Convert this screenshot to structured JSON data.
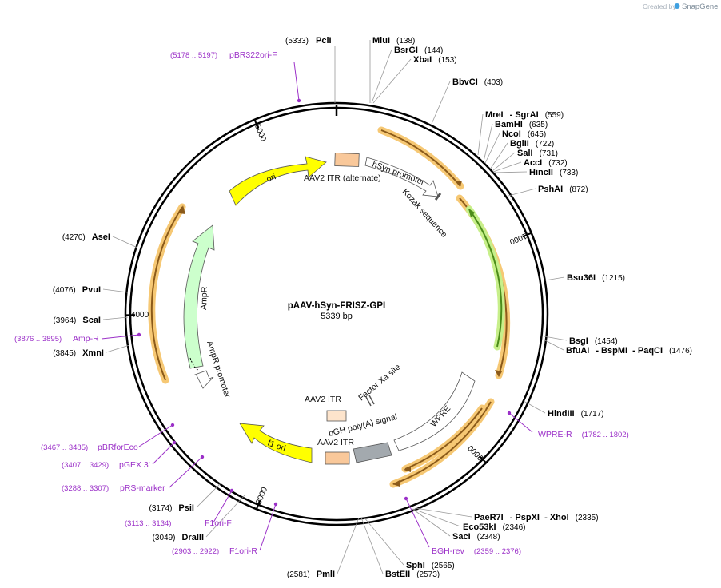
{
  "credit": {
    "prefix": "Created by",
    "brand": "SnapGene"
  },
  "plasmid": {
    "name": "pAAV-hSyn-FRISZ-GPI",
    "size_label": "5339 bp",
    "length": 5339
  },
  "ticks": [
    {
      "pos": 1000,
      "label": "1000"
    },
    {
      "pos": 2000,
      "label": "2000"
    },
    {
      "pos": 3000,
      "label": "3000"
    },
    {
      "pos": 4000,
      "label": "4000"
    },
    {
      "pos": 5000,
      "label": "5000"
    }
  ],
  "enzymes": [
    {
      "id": "pcii",
      "name": "PciI",
      "pos_label": "(5333)"
    },
    {
      "id": "mlui",
      "name": "MluI",
      "pos_label": "(138)"
    },
    {
      "id": "bsrgi",
      "name": "BsrGI",
      "pos_label": "(144)"
    },
    {
      "id": "xbai",
      "name": "XbaI",
      "pos_label": "(153)"
    },
    {
      "id": "bbvci",
      "name": "BbvCI",
      "pos_label": "(403)"
    },
    {
      "id": "mrei",
      "name": "MreI",
      "extra": "- SgrAI",
      "pos_label": "(559)"
    },
    {
      "id": "bamhi",
      "name": "BamHI",
      "pos_label": "(635)"
    },
    {
      "id": "ncoi",
      "name": "NcoI",
      "pos_label": "(645)"
    },
    {
      "id": "bglii",
      "name": "BglII",
      "pos_label": "(722)"
    },
    {
      "id": "sali",
      "name": "SalI",
      "pos_label": "(731)"
    },
    {
      "id": "acci",
      "name": "AccI",
      "pos_label": "(732)"
    },
    {
      "id": "hincii",
      "name": "HincII",
      "pos_label": "(733)"
    },
    {
      "id": "pshai",
      "name": "PshAI",
      "pos_label": "(872)"
    },
    {
      "id": "bsu36i",
      "name": "Bsu36I",
      "pos_label": "(1215)"
    },
    {
      "id": "bsgi",
      "name": "BsgI",
      "pos_label": "(1454)"
    },
    {
      "id": "bfuai",
      "name": "BfuAI",
      "extra": "- BspMI  - PaqCI",
      "pos_label": "(1476)"
    },
    {
      "id": "hindiii",
      "name": "HindIII",
      "pos_label": "(1717)"
    },
    {
      "id": "paer7i",
      "name": "PaeR7I",
      "extra": "- PspXI  - XhoI",
      "pos_label": "(2335)"
    },
    {
      "id": "eco53ki",
      "name": "Eco53kI",
      "pos_label": "(2346)"
    },
    {
      "id": "saci",
      "name": "SacI",
      "pos_label": "(2348)"
    },
    {
      "id": "sphi",
      "name": "SphI",
      "pos_label": "(2565)"
    },
    {
      "id": "bsteii",
      "name": "BstEII",
      "pos_label": "(2573)"
    },
    {
      "id": "pmli",
      "name": "PmlI",
      "pos_label": "(2581)"
    },
    {
      "id": "draiii",
      "name": "DraIII",
      "pos_label": "(3049)"
    },
    {
      "id": "psii",
      "name": "PsiI",
      "pos_label": "(3174)"
    },
    {
      "id": "xmni",
      "name": "XmnI",
      "pos_label": "(3845)"
    },
    {
      "id": "scai",
      "name": "ScaI",
      "pos_label": "(3964)"
    },
    {
      "id": "pvui",
      "name": "PvuI",
      "pos_label": "(4076)"
    },
    {
      "id": "asei",
      "name": "AseI",
      "pos_label": "(4270)"
    }
  ],
  "primers": [
    {
      "id": "pbr322ori-f",
      "name": "pBR322ori-F",
      "range_label": "(5178 .. 5197)"
    },
    {
      "id": "wpre-r",
      "name": "WPRE-R",
      "range_label": "(1782 .. 1802)"
    },
    {
      "id": "bgh-rev",
      "name": "BGH-rev",
      "range_label": "(2359 .. 2376)"
    },
    {
      "id": "f1ori-r",
      "name": "F1ori-R",
      "range_label": "(2903 .. 2922)"
    },
    {
      "id": "f1ori-f",
      "name": "F1ori-F",
      "range_label": "(3113 .. 3134)"
    },
    {
      "id": "prs-marker",
      "name": "pRS-marker",
      "range_label": "(3288 .. 3307)"
    },
    {
      "id": "pgex3",
      "name": "pGEX 3'",
      "range_label": "(3407 .. 3429)"
    },
    {
      "id": "pbrforeco",
      "name": "pBRforEco",
      "range_label": "(3467 .. 3485)"
    },
    {
      "id": "amp-r",
      "name": "Amp-R",
      "range_label": "(3876 .. 3895)"
    }
  ],
  "features": [
    {
      "id": "ori",
      "label": "ori",
      "type": "origin",
      "color": "#ffff00"
    },
    {
      "id": "aav2-itr-alt",
      "label": "AAV2 ITR (alternate)",
      "type": "repeat",
      "color": "#f9c89a"
    },
    {
      "id": "hsyn-promoter",
      "label": "hSyn promoter",
      "type": "promoter",
      "color": "#ffffff"
    },
    {
      "id": "kozak",
      "label": "Kozak sequence",
      "type": "misc",
      "color": "#ffffff"
    },
    {
      "id": "ampr",
      "label": "AmpR",
      "type": "cds",
      "color": "#ccffcc"
    },
    {
      "id": "ampr-promoter",
      "label": "AmpR promoter",
      "type": "promoter",
      "color": "#ffffff"
    },
    {
      "id": "factor-xa",
      "label": "Factor Xa site",
      "type": "misc",
      "color": "#ffffff"
    },
    {
      "id": "aav2-itr",
      "label": "AAV2 ITR",
      "type": "repeat",
      "color": "#fde4cc"
    },
    {
      "id": "wpre",
      "label": "WPRE",
      "type": "misc",
      "color": "#ffffff"
    },
    {
      "id": "bgh-polya",
      "label": "bGH poly(A) signal",
      "type": "terminator",
      "color": "#a3a9ae"
    },
    {
      "id": "aav2-itr-2",
      "label": "AAV2 ITR",
      "type": "repeat",
      "color": "#f9c89a"
    },
    {
      "id": "f1-ori",
      "label": "f1 ori",
      "type": "origin",
      "color": "#ffff00"
    }
  ],
  "colors": {
    "primer": "#9b30c8",
    "orf": "#8b5a1a",
    "orf_glow": "#f6c874",
    "inner_orf": "#4c8c1a",
    "inner_orf_glow": "#c7ef8a"
  }
}
